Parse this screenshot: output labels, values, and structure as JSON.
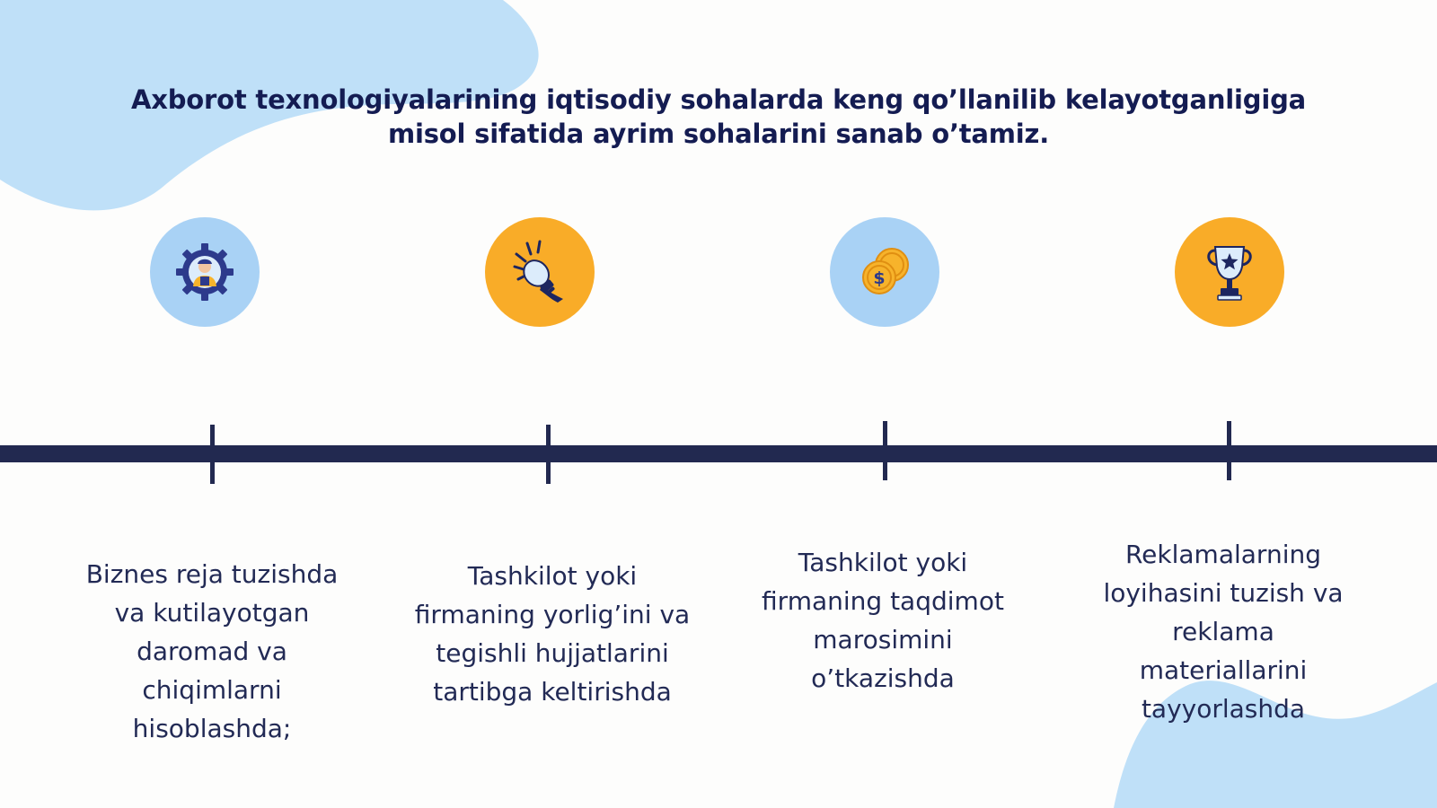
{
  "title": {
    "line1": "Axborot texnologiyalarining iqtisodiy sohalarda keng qo’llanilib kelayotganligiga",
    "line2": "misol sifatida ayrim sohalarini sanab o’tamiz."
  },
  "colors": {
    "navy": "#222950",
    "light_blue": "#a9d2f5",
    "orange": "#f9ac28",
    "text": "#141c52"
  },
  "steps": [
    {
      "icon": "worker-gear-icon",
      "circle_color": "light-blue",
      "lines": [
        "Biznes reja tuzishda",
        "va kutilayotgan",
        "daromad va",
        "chiqimlarni",
        "hisoblashda;"
      ]
    },
    {
      "icon": "light-bulb-icon",
      "circle_color": "orange",
      "lines": [
        "Tashkilot yoki",
        "firmaning yorlig’ini va",
        "tegishli hujjatlarini",
        "tartibga keltirishda"
      ]
    },
    {
      "icon": "coins-icon",
      "circle_color": "light-blue",
      "lines": [
        "Tashkilot yoki",
        "firmaning taqdimot",
        "marosimini",
        "o’tkazishda"
      ]
    },
    {
      "icon": "trophy-icon",
      "circle_color": "orange",
      "lines": [
        "Reklamalarning",
        "loyihasini tuzish va",
        "reklama",
        "materiallarini",
        "tayyorlashda"
      ]
    }
  ]
}
